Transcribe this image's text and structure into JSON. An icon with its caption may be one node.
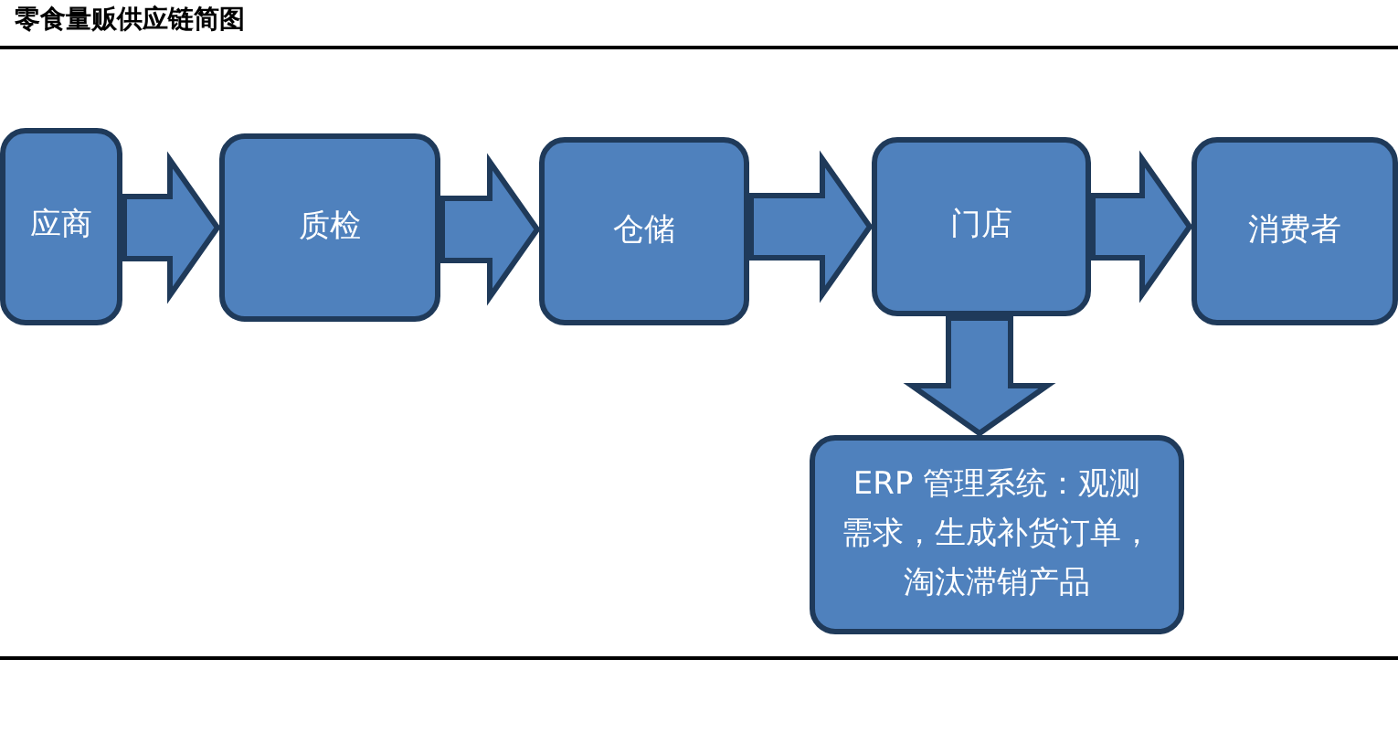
{
  "diagram": {
    "title": "零食量贩供应链简图",
    "nodes": [
      {
        "text": [
          "应商"
        ]
      },
      {
        "text": [
          "质检"
        ]
      },
      {
        "text": [
          "仓储"
        ]
      },
      {
        "text": [
          "门店"
        ]
      },
      {
        "text": [
          "消费者"
        ]
      },
      {
        "text": [
          "ERP 管理系统：观测需求，生成补货订单，淘汰滞销产品"
        ]
      }
    ],
    "edges": [
      {
        "from": 0,
        "to": 1,
        "arrow": "to"
      },
      {
        "from": 1,
        "to": 2,
        "arrow": "to"
      },
      {
        "from": 2,
        "to": 3,
        "arrow": "to"
      },
      {
        "from": 3,
        "to": 4,
        "arrow": "to"
      },
      {
        "from": 3,
        "to": 5,
        "arrow": "to"
      }
    ]
  }
}
